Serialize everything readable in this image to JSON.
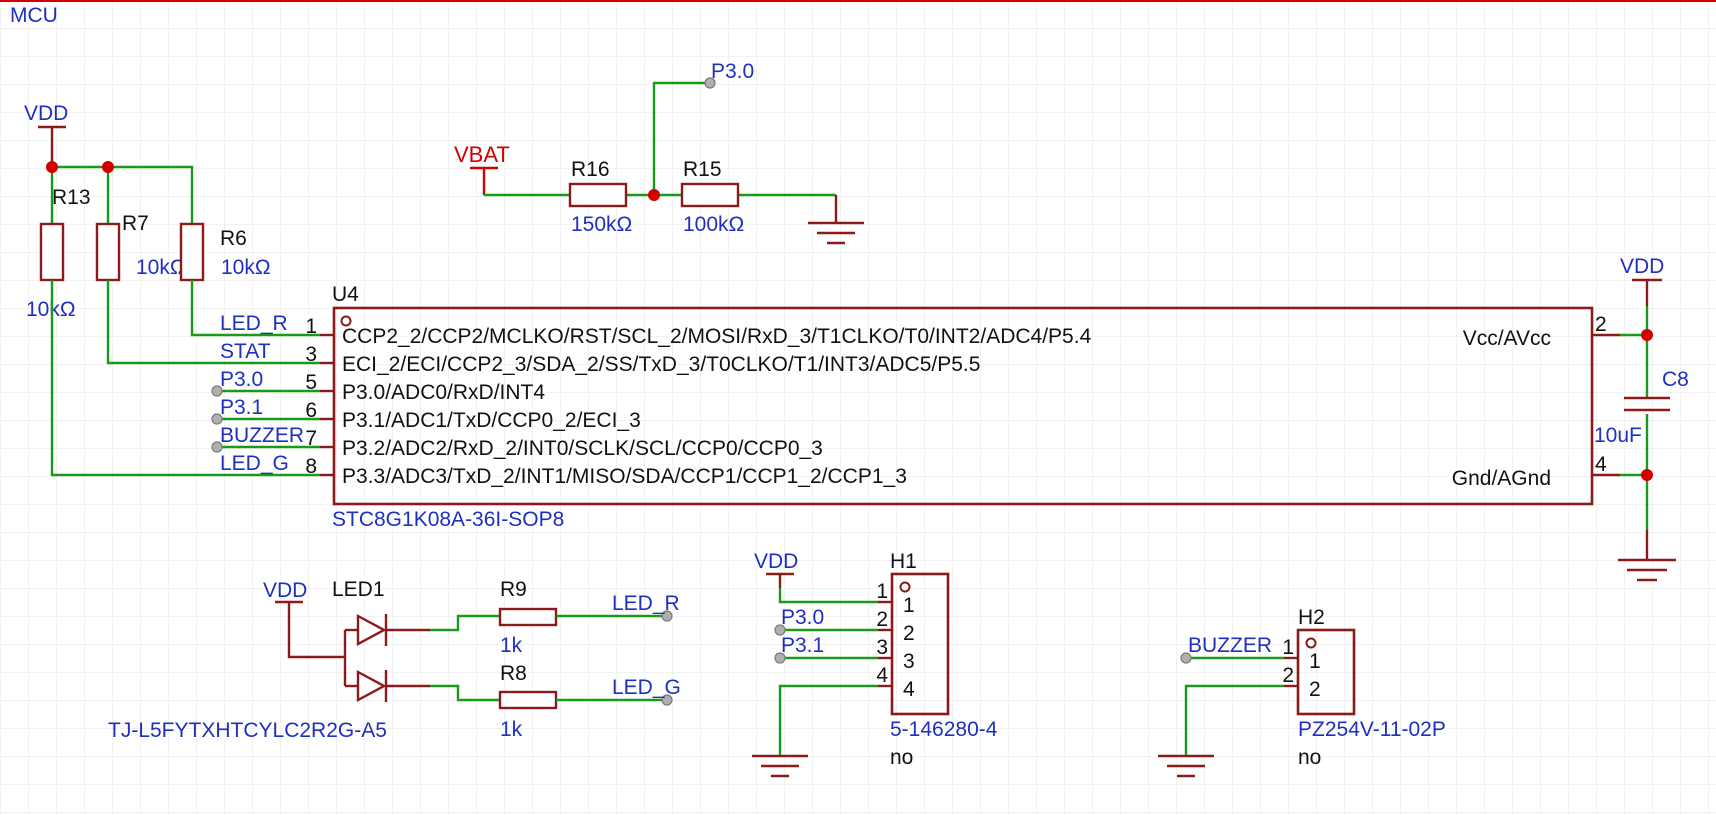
{
  "sheet": {
    "title": "MCU"
  },
  "power": {
    "vdd": "VDD",
    "vbat": "VBAT"
  },
  "resistors": {
    "r13": {
      "ref": "R13",
      "value": "10kΩ"
    },
    "r7": {
      "ref": "R7",
      "value": "10kΩ"
    },
    "r6": {
      "ref": "R6",
      "value": "10kΩ"
    },
    "r16": {
      "ref": "R16",
      "value": "150kΩ"
    },
    "r15": {
      "ref": "R15",
      "value": "100kΩ"
    },
    "r9": {
      "ref": "R9",
      "value": "1k"
    },
    "r8": {
      "ref": "R8",
      "value": "1k"
    }
  },
  "u4": {
    "ref": "U4",
    "part": "STC8G1K08A-36I-SOP8",
    "left_pins": [
      {
        "num": "1",
        "net": "LED_R",
        "name": "CCP2_2/CCP2/MCLKO/RST/SCL_2/MOSI/RxD_3/T1CLKO/T0/INT2/ADC4/P5.4"
      },
      {
        "num": "3",
        "net": "STAT",
        "name": "ECI_2/ECI/CCP2_3/SDA_2/SS/TxD_3/T0CLKO/T1/INT3/ADC5/P5.5"
      },
      {
        "num": "5",
        "net": "P3.0",
        "name": "P3.0/ADC0/RxD/INT4"
      },
      {
        "num": "6",
        "net": "P3.1",
        "name": "P3.1/ADC1/TxD/CCP0_2/ECI_3"
      },
      {
        "num": "7",
        "net": "BUZZER",
        "name": "P3.2/ADC2/RxD_2/INT0/SCLK/SCL/CCP0/CCP0_3"
      },
      {
        "num": "8",
        "net": "LED_G",
        "name": "P3.3/ADC3/TxD_2/INT1/MISO/SDA/CCP1/CCP1_2/CCP1_3"
      }
    ],
    "right_pins": [
      {
        "num": "2",
        "name": "Vcc/AVcc"
      },
      {
        "num": "4",
        "name": "Gnd/AGnd"
      }
    ]
  },
  "c8": {
    "ref": "C8",
    "value": "10uF"
  },
  "divider_net": "P3.0",
  "led1": {
    "ref": "LED1",
    "part": "TJ-L5FYTXHTCYLC2R2G-A5",
    "net_r": "LED_R",
    "net_g": "LED_G"
  },
  "h1": {
    "ref": "H1",
    "part": "5-146280-4",
    "value": "no",
    "pins": [
      "1",
      "2",
      "3",
      "4"
    ],
    "nets": [
      "VDD",
      "P3.0",
      "P3.1"
    ]
  },
  "h2": {
    "ref": "H2",
    "part": "PZ254V-11-02P",
    "value": "no",
    "pins": [
      "1",
      "2"
    ],
    "net": "BUZZER"
  },
  "colors": {
    "wire": "#1a9a1a",
    "component": "#8b1a1a",
    "junction": "#d40000",
    "label": "#1f2fbf",
    "grid": "#e6e6e6"
  }
}
